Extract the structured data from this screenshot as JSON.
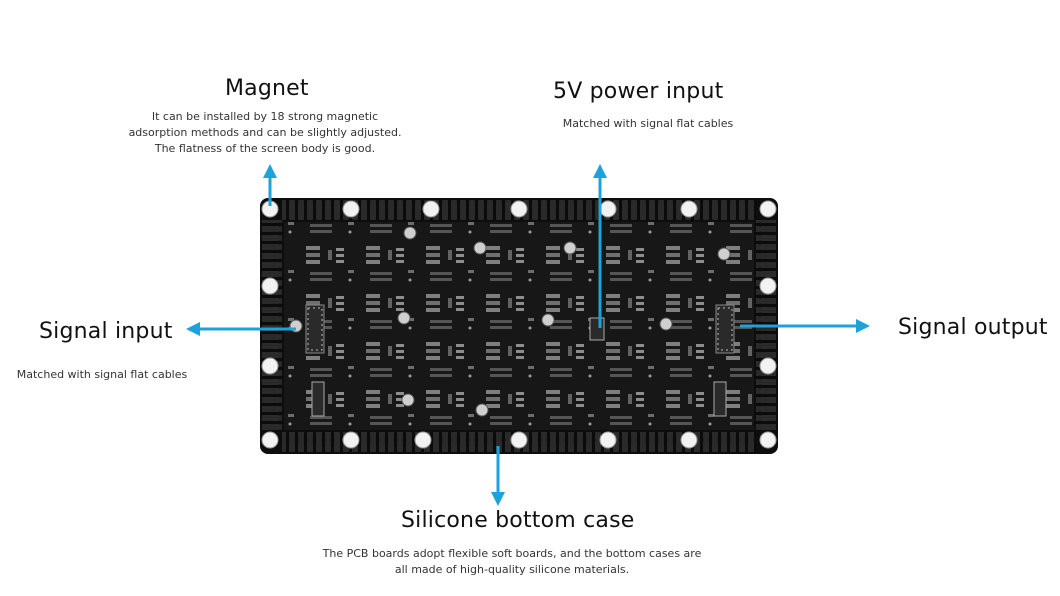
{
  "callouts": {
    "magnet": {
      "title": "Magnet",
      "lines": [
        "It can be installed by 18 strong magnetic",
        "adsorption methods and can be slightly adjusted.",
        "The flatness of the screen body is good."
      ]
    },
    "power": {
      "title": "5V power input",
      "lines": [
        "Matched with signal flat cables"
      ]
    },
    "signal_input": {
      "title": "Signal input",
      "lines": [
        "Matched with signal flat cables"
      ]
    },
    "signal_output": {
      "title": "Signal output",
      "lines": []
    },
    "bottom_case": {
      "title": "Silicone bottom case",
      "lines": [
        "The PCB boards adopt flexible soft boards, and the bottom cases are",
        "all made of high-quality silicone materials."
      ]
    }
  },
  "colors": {
    "arrow": "#1ca3dc",
    "board": "#151515",
    "case": "#0d0d0d",
    "magnet": "#f2f2f2"
  }
}
